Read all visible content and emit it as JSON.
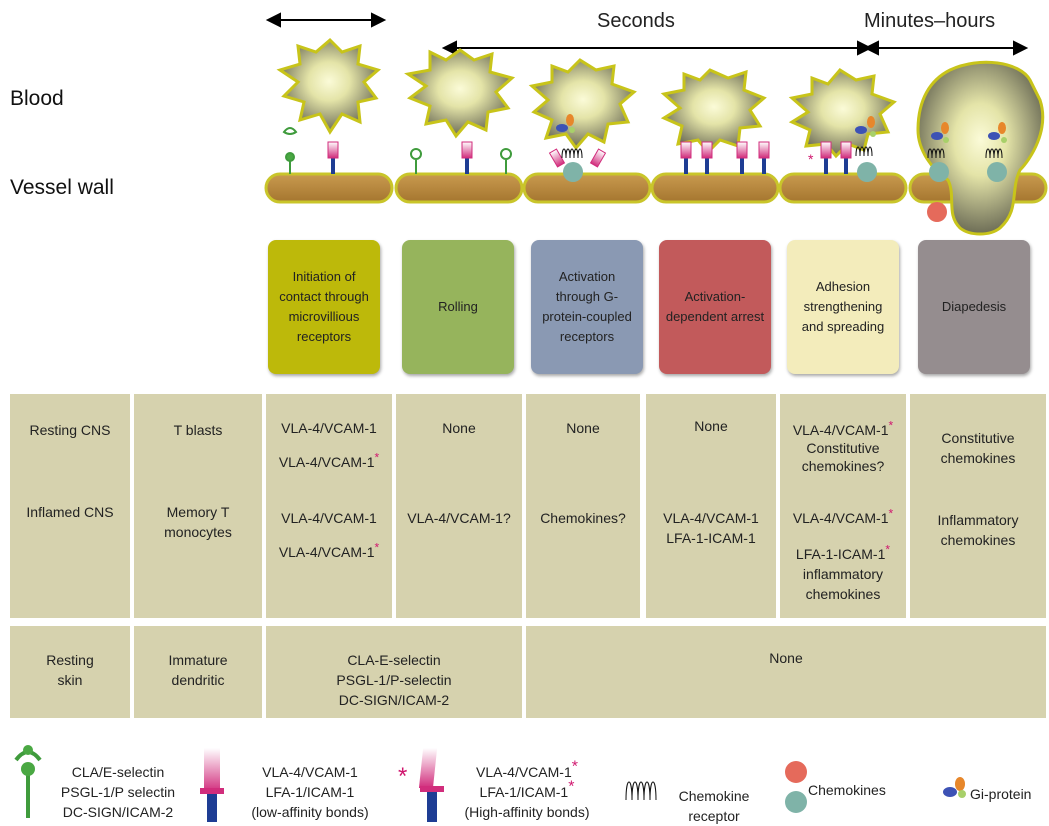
{
  "rows_left": {
    "blood": "Blood",
    "vessel_wall": "Vessel wall"
  },
  "time_labels": {
    "seconds": "Seconds",
    "minutes_hours": "Minutes–hours"
  },
  "stages": [
    {
      "label": "Initiation of contact through microvillious receptors",
      "color": "#bdb90a"
    },
    {
      "label": "Rolling",
      "color": "#96b45c"
    },
    {
      "label": "Activation through G-protein-coupled receptors",
      "color": "#8a99b3"
    },
    {
      "label": "Activation-dependent arrest",
      "color": "#c25a5b"
    },
    {
      "label": "Adhesion strengthening and spreading",
      "color": "#f3ecbb"
    },
    {
      "label": "Diapedesis",
      "color": "#958d8f"
    }
  ],
  "table": {
    "resting_cns": "Resting CNS",
    "inflamed_cns": "Inflamed CNS",
    "t_blasts": "T blasts",
    "memory_t": "Memory T",
    "monocytes": "monocytes",
    "col1": [
      "VLA-4/VCAM-1",
      "VLA-4/VCAM-1",
      "VLA-4/VCAM-1",
      "VLA-4/VCAM-1"
    ],
    "col2_top": "None",
    "col2_bottom": "VLA-4/VCAM-1?",
    "col3_top": "None",
    "col3_bottom": "Chemokines?",
    "col4_top": "None",
    "col4_bottom": [
      "VLA-4/VCAM-1",
      "LFA-1-ICAM-1"
    ],
    "col5_top": [
      "VLA-4/VCAM-1",
      "Constitutive",
      "chemokines?"
    ],
    "col5_bottom": [
      "VLA-4/VCAM-1",
      "LFA-1-ICAM-1",
      "inflammatory",
      "chemokines"
    ],
    "col6_top": [
      "Constitutive",
      "chemokines"
    ],
    "col6_bottom": [
      "Inflammatory",
      "chemokines"
    ],
    "skin_row": {
      "resting_skin": [
        "Resting",
        "skin"
      ],
      "immature_dendritic": [
        "Immature",
        "dendritic"
      ],
      "bonds": [
        "CLA-E-selectin",
        "PSGL-1/P-selectin",
        "DC-SIGN/ICAM-2"
      ],
      "none": "None"
    }
  },
  "legend": {
    "selectins": [
      "CLA/E-selectin",
      "PSGL-1/P selectin",
      "DC-SIGN/ICAM-2"
    ],
    "low_affinity": [
      "VLA-4/VCAM-1",
      "LFA-1/ICAM-1",
      "(low-affinity bonds)"
    ],
    "high_affinity": [
      "VLA-4/VCAM-1",
      "LFA-1/ICAM-1",
      "(High-affinity bonds)"
    ],
    "chemokine_receptor": [
      "Chemokine",
      "receptor"
    ],
    "chemokines": "Chemokines",
    "gi_protein": "Gi-protein"
  }
}
